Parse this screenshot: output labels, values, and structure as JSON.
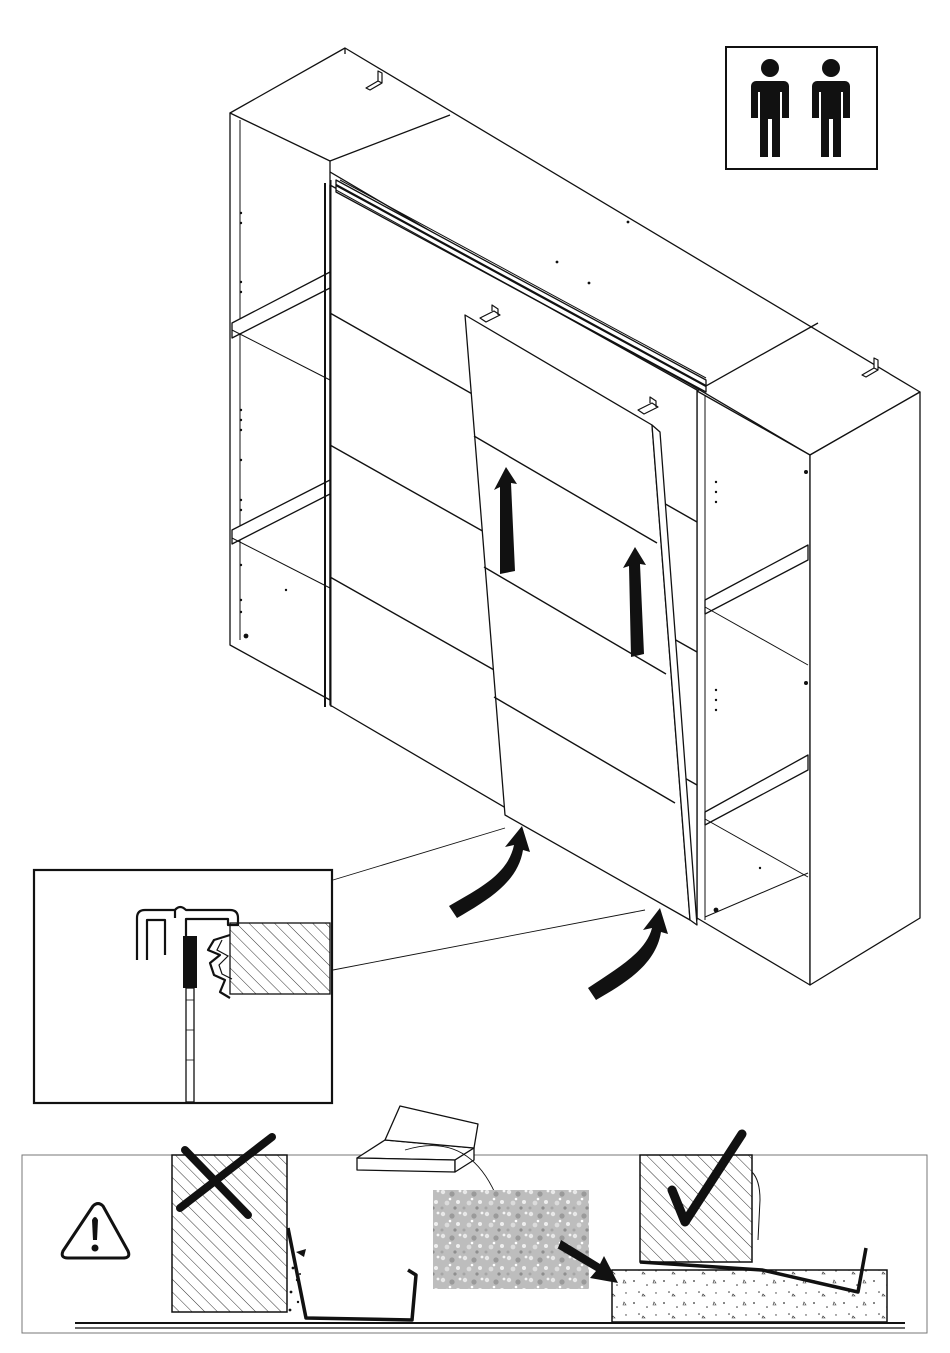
{
  "page": {
    "kind": "assembly-instruction-step",
    "background_color": "#ffffff",
    "line_color": "#111111"
  },
  "badges": {
    "people_count": 2,
    "people_icon": "person-icon",
    "warning_icon": "warning-triangle-icon",
    "wrong_icon": "cross-mark-icon",
    "right_icon": "check-mark-icon"
  },
  "arrows": {
    "lift_direction": "up",
    "lift_arrow_count": 2,
    "insert_arrow_count": 2
  },
  "parts": {
    "wardrobe": "three-section-wardrobe",
    "door": "sliding-door",
    "rail": "top-track-rail",
    "detail": "bottom-guide-profile",
    "floor_left": "rough-floor-with-debris",
    "floor_right": "smooth-level-floor",
    "box": "open-box",
    "dust": "debris-patch"
  }
}
